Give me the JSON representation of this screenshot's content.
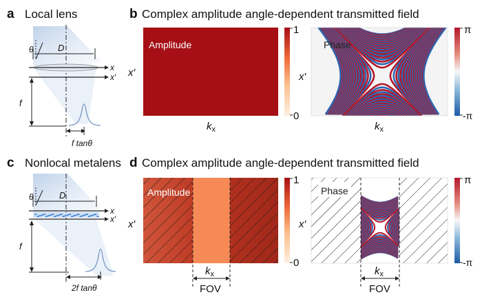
{
  "panel_a": {
    "letter": "a",
    "title": "Local lens",
    "theta": "θ",
    "D": "D",
    "x": "x",
    "xp": "x′",
    "f": "f",
    "shift_prefix": "f tan",
    "shift_theta": "θ"
  },
  "panel_b": {
    "letter": "b",
    "title": "Complex amplitude angle-dependent transmitted field",
    "amp_label": "Amplitude",
    "phase_label": "Phase",
    "ylabel": "x′",
    "xlabel_k": "k",
    "xlabel_sub": "x",
    "amp_cb_top": "1",
    "amp_cb_bottom": "0",
    "phase_cb_top": "π",
    "phase_cb_bottom": "-π"
  },
  "panel_c": {
    "letter": "c",
    "title": "Nonlocal metalens",
    "theta": "θ",
    "D": "D",
    "x": "x",
    "xp": "x′",
    "f": "f",
    "shift_prefix": "2f tan",
    "shift_theta": "θ"
  },
  "panel_d": {
    "letter": "d",
    "title": "Complex amplitude angle-dependent transmitted field",
    "amp_label": "Amplitude",
    "phase_label": "Phase",
    "ylabel": "x′",
    "xlabel_k": "k",
    "xlabel_sub": "x",
    "fov": "FOV",
    "amp_cb_top": "1",
    "amp_cb_bottom": "0",
    "phase_cb_top": "π",
    "phase_cb_bottom": "-π"
  },
  "colors": {
    "amp_dark": "#a50f15",
    "amp_light": "#fdd9b5",
    "fov_fill": "#f58a57",
    "phase_neg": "#1d5aa6",
    "phase_mid": "#f7f7f7",
    "phase_pos": "#b2182b",
    "beam": "#c9d9ee",
    "spot": "#6e8fbf",
    "meta": "#3a7fd0"
  }
}
